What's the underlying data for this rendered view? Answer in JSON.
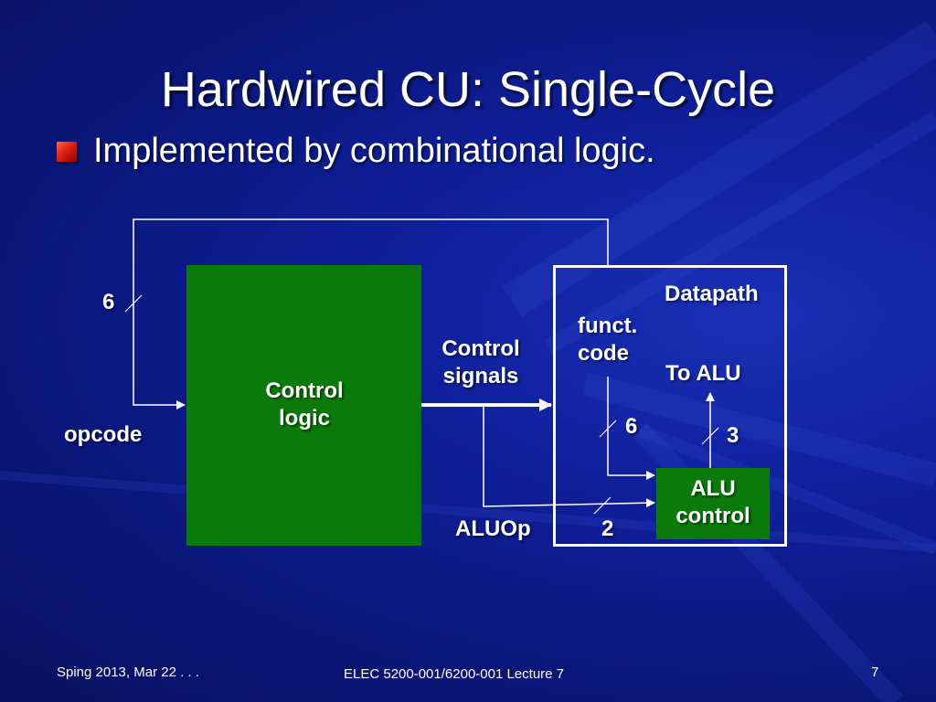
{
  "slide": {
    "title": "Hardwired CU: Single-Cycle",
    "bullet": "Implemented by combinational logic."
  },
  "diagram": {
    "control_block": {
      "line1": "Control",
      "line2": "logic"
    },
    "datapath_label": "Datapath",
    "alu_control": {
      "line1": "ALU",
      "line2": "control"
    },
    "opcode_label": "opcode",
    "opcode_width": "6",
    "control_signals": {
      "line1": "Control",
      "line2": "signals"
    },
    "funct_code": {
      "line1": "funct.",
      "line2": "code"
    },
    "funct_width": "6",
    "to_alu_label": "To ALU",
    "to_alu_width": "3",
    "aluop_label": "ALUOp",
    "aluop_width": "2"
  },
  "footer": {
    "left": "Sping 2013, Mar 22 . . .",
    "center": "ELEC 5200-001/6200-001 Lecture 7",
    "page": "7"
  },
  "colors": {
    "background": "#0f1f9a",
    "block_fill": "#0a7a0a",
    "text": "#ffffff",
    "bullet_accent": "#e02010"
  }
}
